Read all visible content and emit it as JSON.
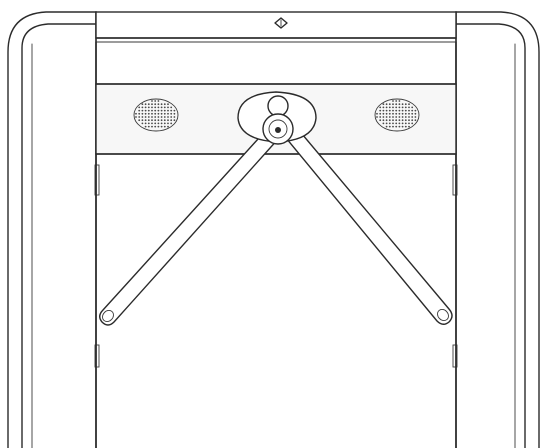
{
  "figure": {
    "subject": "tripod-turnstile",
    "view": "front",
    "line_color": "#2b2b2b",
    "background": "#ffffff",
    "parts": [
      {
        "name": "left-pillar"
      },
      {
        "name": "right-pillar"
      },
      {
        "name": "top-cover"
      },
      {
        "name": "direction-indicator"
      },
      {
        "name": "control-band"
      },
      {
        "name": "left-speaker-grill"
      },
      {
        "name": "right-speaker-grill"
      },
      {
        "name": "rotor-hub"
      },
      {
        "name": "left-arm"
      },
      {
        "name": "right-arm"
      }
    ]
  }
}
